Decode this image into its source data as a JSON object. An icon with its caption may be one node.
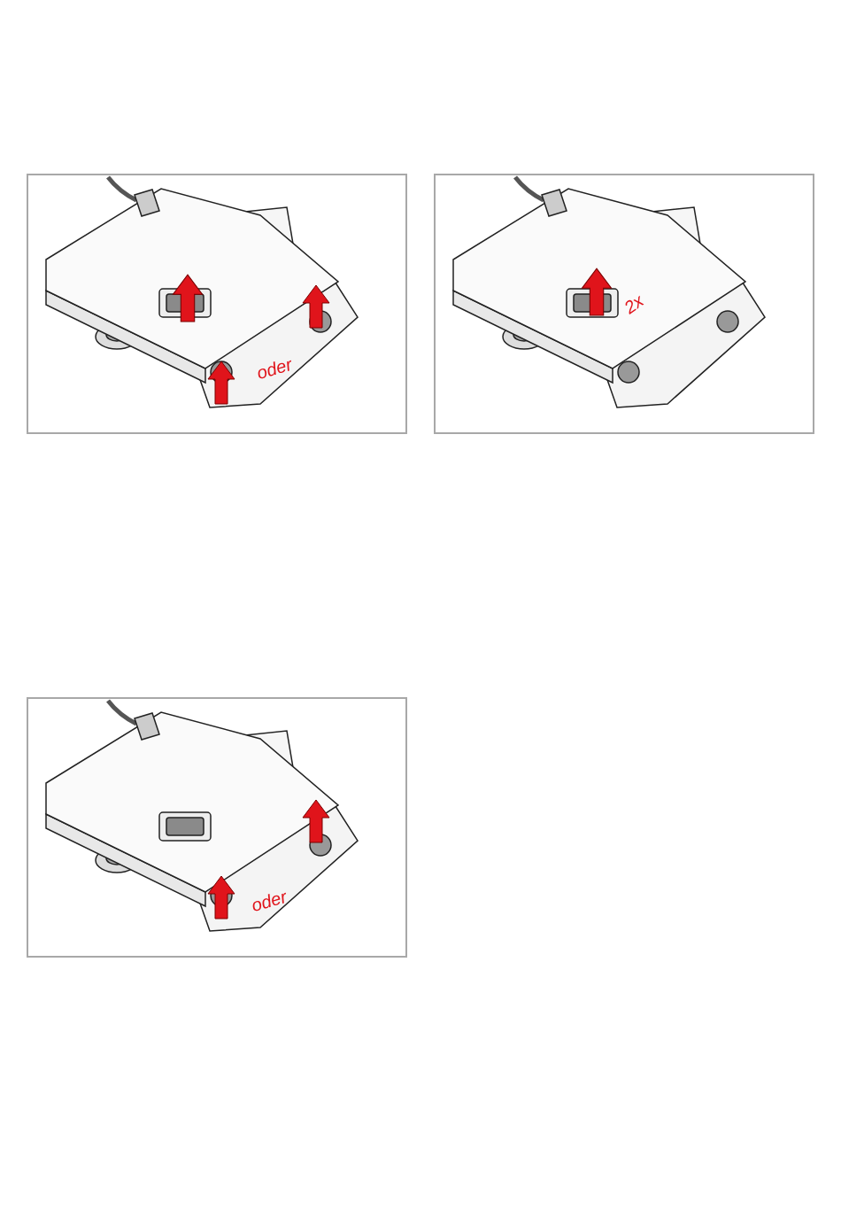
{
  "diagram": {
    "labels": [
      "oder",
      "2x",
      "oder"
    ]
  }
}
